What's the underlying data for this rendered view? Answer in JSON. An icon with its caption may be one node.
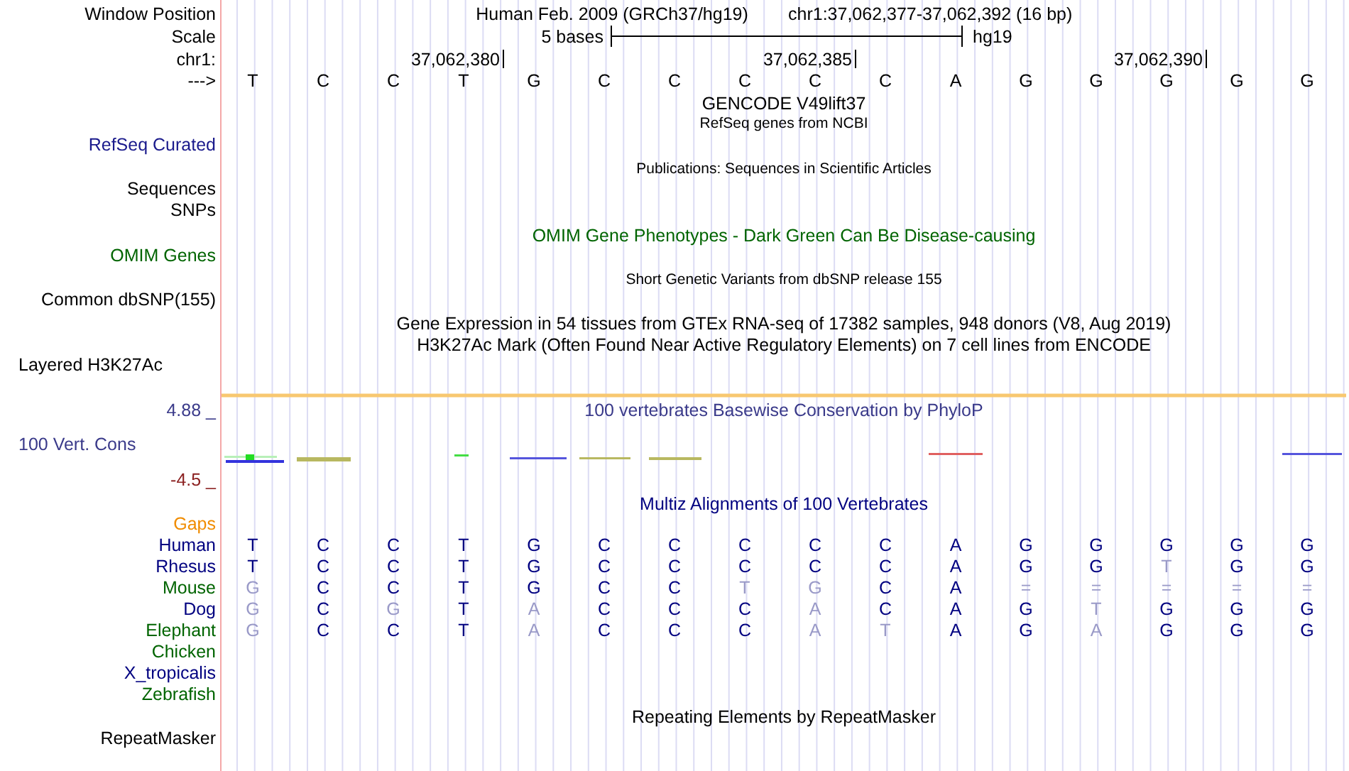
{
  "diagram": {
    "labels": [
      "Window Position",
      "Human Feb. 2009 (GRCh37/hg19)",
      "chr1:37,062,377-37,062,392 (16 bp)",
      "Scale",
      "5 bases",
      "hg19",
      "chr1:",
      "37,062,380",
      "37,062,385",
      "37,062,390",
      "--->",
      "T",
      "C",
      "C",
      "T",
      "G",
      "C",
      "C",
      "C",
      "C",
      "C",
      "A",
      "G",
      "G",
      "G",
      "G",
      "G",
      "GENCODE V49lift37",
      "RefSeq genes from NCBI",
      "RefSeq Curated",
      "Publications: Sequences in Scientific Articles",
      "Sequences",
      "SNPs",
      "OMIM Gene Phenotypes - Dark Green Can Be Disease-causing",
      "OMIM Genes",
      "Short Genetic Variants from dbSNP release 155",
      "Common dbSNP(155)",
      "Gene Expression in 54 tissues from GTEx RNA-seq of 17382 samples, 948 donors (V8, Aug 2019)",
      "H3K27Ac Mark (Often Found Near Active Regulatory Elements) on 7 cell lines from ENCODE",
      "Layered H3K27Ac",
      "4.88 _",
      "100 vertebrates Basewise Conservation by PhyloP",
      "100 Vert. Cons",
      "-4.5 _",
      "Multiz Alignments of 100 Vertebrates",
      "Gaps",
      "Human",
      "T",
      "C",
      "C",
      "T",
      "G",
      "C",
      "C",
      "C",
      "C",
      "C",
      "A",
      "G",
      "G",
      "G",
      "G",
      "G",
      "Rhesus",
      "T",
      "C",
      "C",
      "T",
      "G",
      "C",
      "C",
      "C",
      "C",
      "C",
      "A",
      "G",
      "G",
      "T",
      "G",
      "G",
      "Mouse",
      "G",
      "C",
      "C",
      "T",
      "G",
      "C",
      "C",
      "T",
      "G",
      "C",
      "A",
      "=",
      "=",
      "=",
      "=",
      "=",
      "Dog",
      "G",
      "C",
      "G",
      "T",
      "A",
      "C",
      "C",
      "C",
      "A",
      "C",
      "A",
      "G",
      "T",
      "G",
      "G",
      "G",
      "Elephant",
      "G",
      "C",
      "C",
      "T",
      "A",
      "C",
      "C",
      "C",
      "A",
      "T",
      "A",
      "G",
      "A",
      "G",
      "G",
      "G",
      "Chicken",
      "X_tropicalis",
      "Zebrafish",
      "Repeating Elements by RepeatMasker",
      "RepeatMasker"
    ]
  }
}
